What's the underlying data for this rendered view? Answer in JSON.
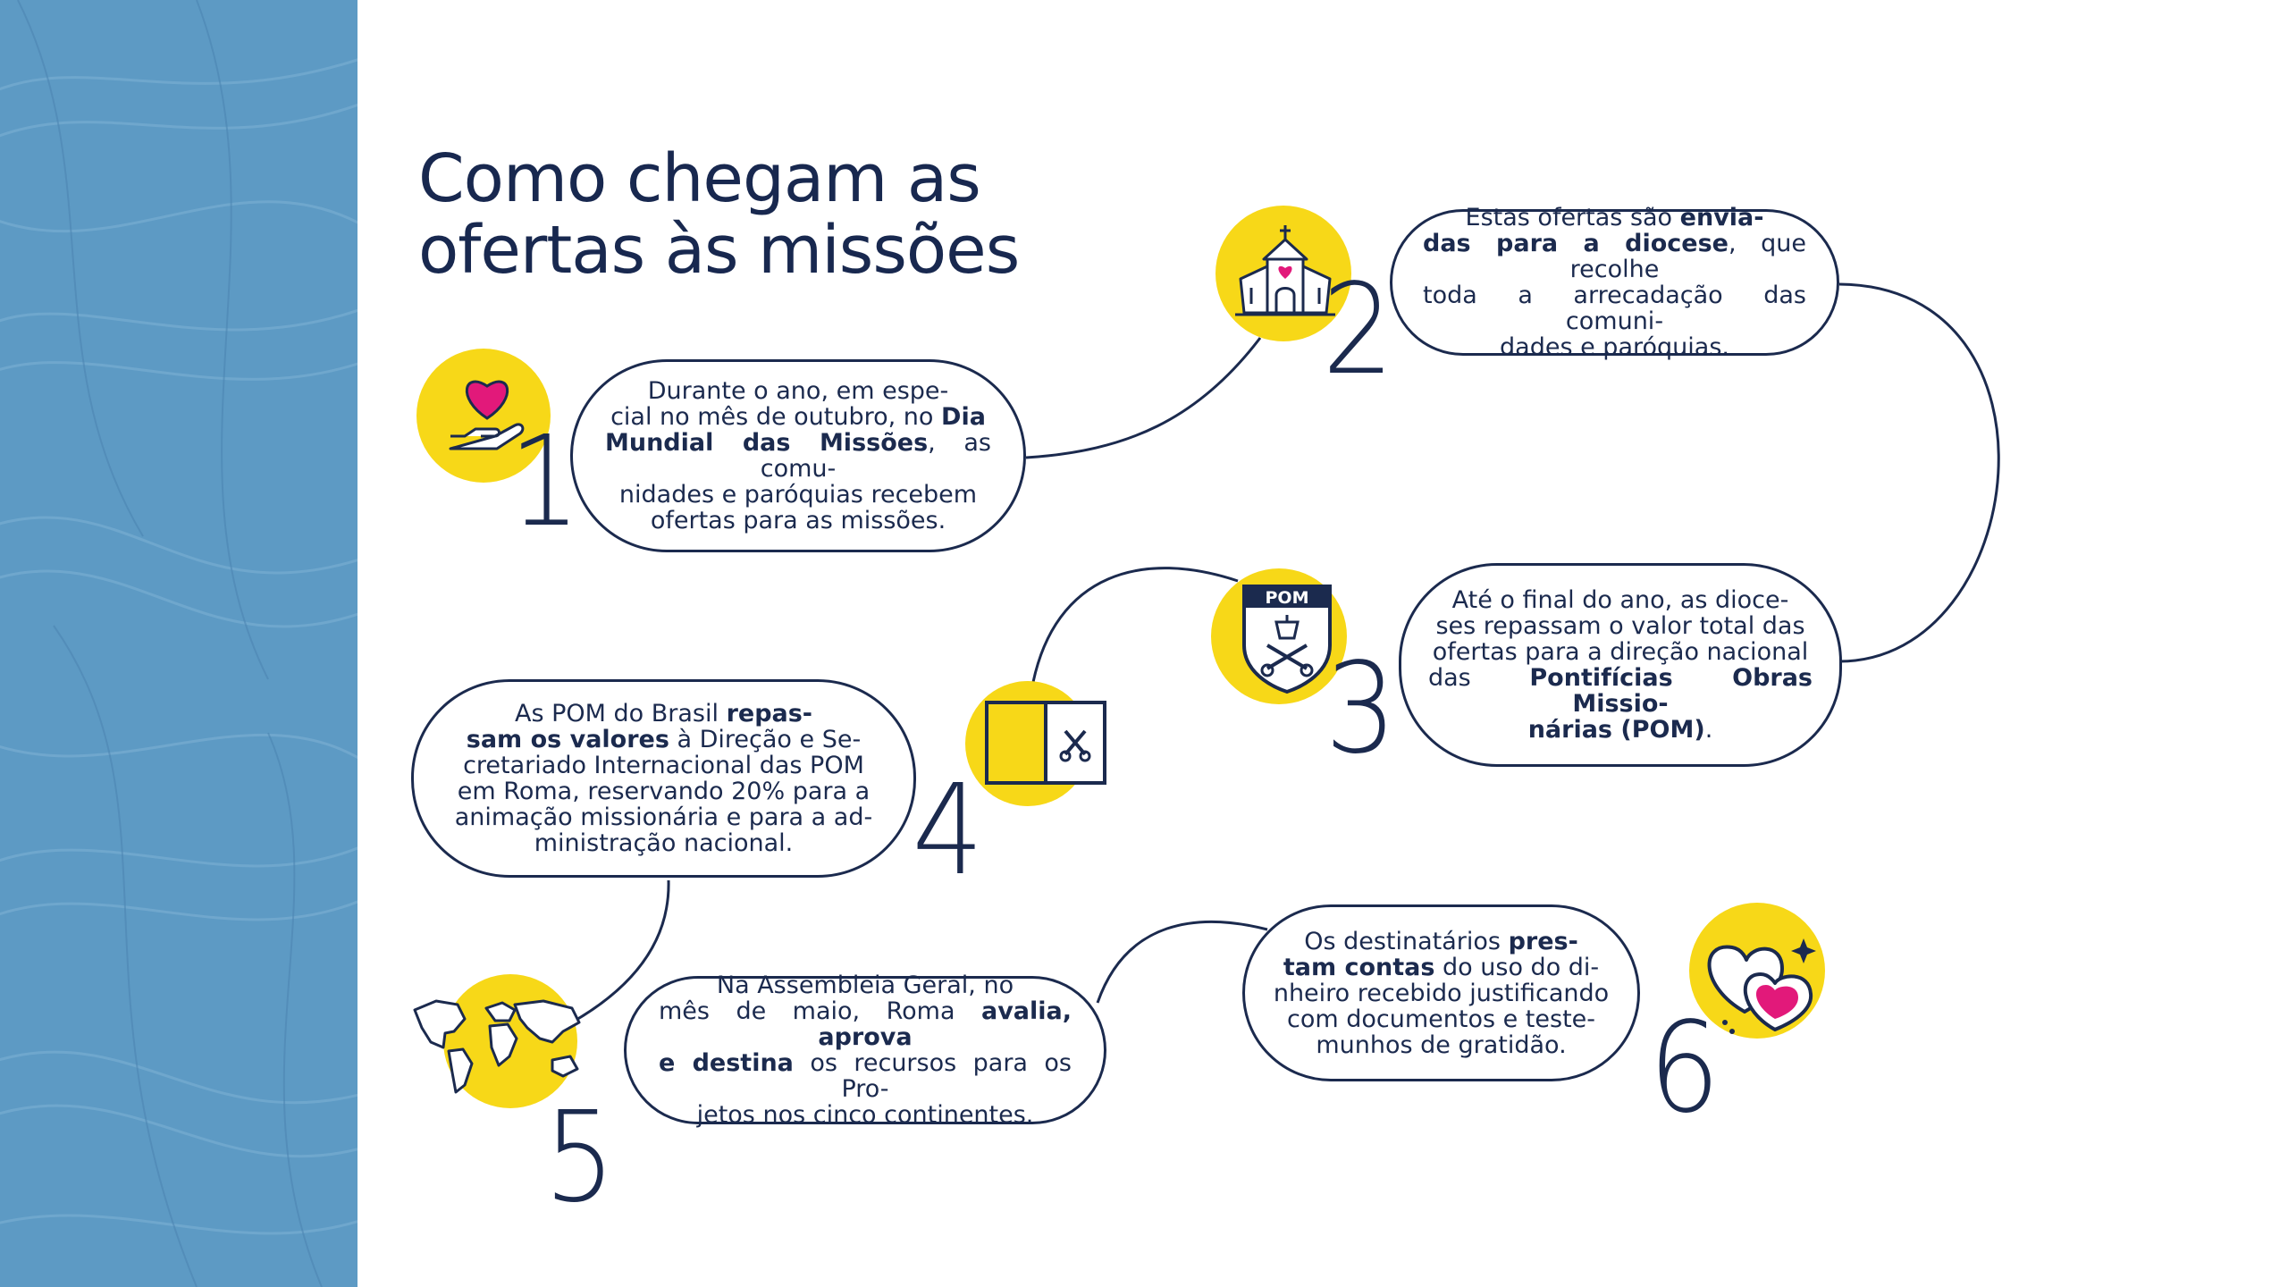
{
  "page": {
    "title_line1": "Como chegam as",
    "title_line2": "ofertas às missões"
  },
  "colors": {
    "sidebar": "#5d9ac4",
    "navy": "#1b2a4e",
    "yellow": "#f7d818",
    "pink": "#e2197a"
  },
  "steps": [
    {
      "number": "1",
      "icon": "hand-heart-icon",
      "parts": [
        {
          "t": "Durante o ano, em espe-\ncial no mês de outubro, no ",
          "b": false
        },
        {
          "t": "Dia\nMundial das Missões",
          "b": true
        },
        {
          "t": ", as comu-\nnidades e paróquias recebem\nofertas para as missões.",
          "b": false
        }
      ]
    },
    {
      "number": "2",
      "icon": "church-icon",
      "parts": [
        {
          "t": "Estas ofertas são ",
          "b": false
        },
        {
          "t": "envia-\ndas para a diocese",
          "b": true
        },
        {
          "t": ", que recolhe\ntoda a arrecadação das comuni-\ndades e paróquias.",
          "b": false
        }
      ]
    },
    {
      "number": "3",
      "icon": "pom-shield-icon",
      "icon_label": "POM",
      "parts": [
        {
          "t": "Até o final do ano, as dioce-\nses repassam o valor total das\nofertas para a direção nacional\ndas ",
          "b": false
        },
        {
          "t": "Pontifícias Obras Missio-\nnárias (POM)",
          "b": true
        },
        {
          "t": ".",
          "b": false
        }
      ]
    },
    {
      "number": "4",
      "icon": "vatican-flag-icon",
      "parts": [
        {
          "t": "As POM do Brasil ",
          "b": false
        },
        {
          "t": "repas-\nsam os valores",
          "b": true
        },
        {
          "t": " à Direção e Se-\ncretariado Internacional das POM\nem Roma, reservando 20% para a\nanimação missionária e para a ad-\nministração nacional.",
          "b": false
        }
      ]
    },
    {
      "number": "5",
      "icon": "world-map-icon",
      "parts": [
        {
          "t": "Na Assembleia Geral, no\nmês de maio, Roma ",
          "b": false
        },
        {
          "t": "avalia, aprova\ne destina",
          "b": true
        },
        {
          "t": " os recursos para os Pro-\njetos nos cinco continentes.",
          "b": false
        }
      ]
    },
    {
      "number": "6",
      "icon": "two-hearts-icon",
      "parts": [
        {
          "t": "Os destinatários ",
          "b": false
        },
        {
          "t": "pres-\ntam contas",
          "b": true
        },
        {
          "t": " do uso do di-\nnheiro recebido justificando\ncom documentos e teste-\nmunhos de gratidão.",
          "b": false
        }
      ]
    }
  ]
}
